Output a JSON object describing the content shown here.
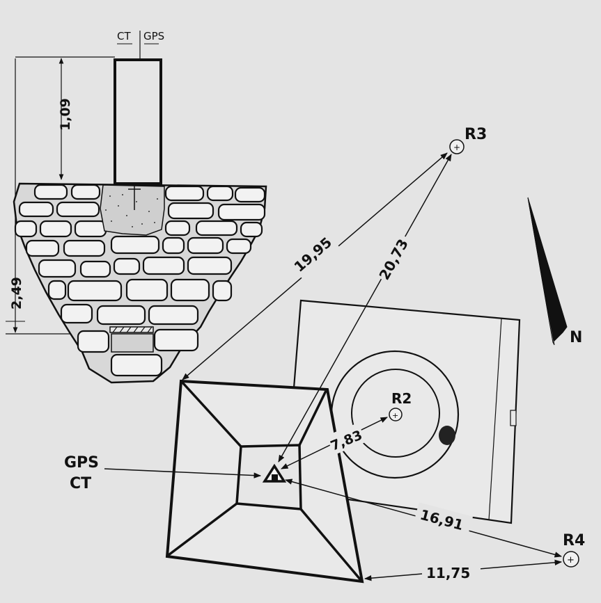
{
  "diagram": {
    "pillar_top_label_left": "CT",
    "pillar_top_label_right": "GPS",
    "pillar_height": "1,09",
    "foundation_depth": "2,49",
    "marker_label_gps": "GPS",
    "marker_label_ct": "CT",
    "north_label": "N",
    "references": {
      "r2": "R2",
      "r3": "R3",
      "r4": "R4"
    },
    "distances": {
      "to_r3_a": "19,95",
      "to_r3_b": "20,73",
      "to_r2": "7,83",
      "to_r4": "16,91",
      "base_to_r4": "11,75"
    }
  }
}
